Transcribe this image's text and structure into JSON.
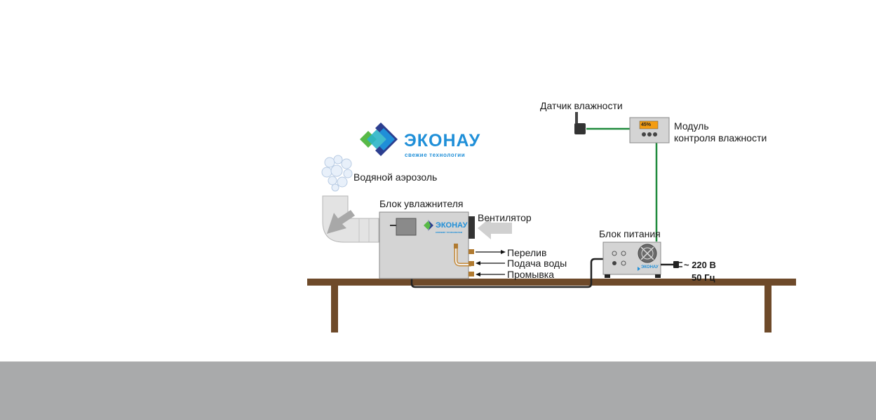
{
  "brand": {
    "name": "ЭКОНАУ",
    "tagline": "свежие технологии",
    "colors": {
      "primary": "#1f8fd8",
      "secondary": "#2bb5c8",
      "accent": "#58b947",
      "dark": "#2c3e8f"
    }
  },
  "labels": {
    "humidity_sensor": "Датчик влажности",
    "control_module_line1": "Модуль",
    "control_module_line2": "контроля влажности",
    "water_aerosol": "Водяной аэрозоль",
    "humidifier_unit": "Блок увлажнителя",
    "fan": "Вентилятор",
    "power_unit": "Блок питания",
    "overflow": "Перелив",
    "water_supply": "Подача воды",
    "flushing": "Промывка",
    "voltage": "~ 220 В",
    "frequency": "50 Гц"
  },
  "display": {
    "readout": "45%"
  },
  "colors": {
    "cable_green": "#1f8a3c",
    "cable_black": "#222222",
    "table_wood": "#6e4a2a",
    "device_body": "#d4d4d4",
    "duct": "#e3e3e3",
    "floor": "#a9aaab",
    "display_bg": "#f39c12"
  }
}
